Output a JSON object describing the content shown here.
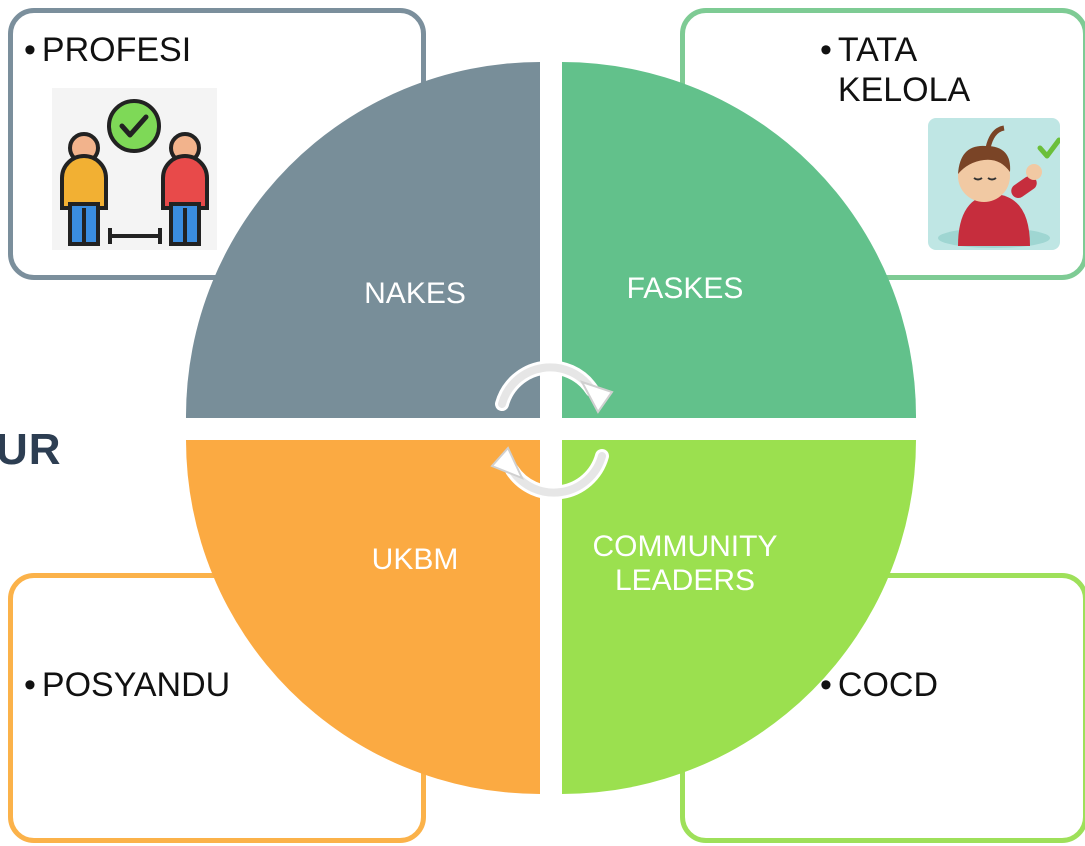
{
  "side_text": "UR",
  "boxes": {
    "top_left": {
      "bullet": "•",
      "label": "PROFESI"
    },
    "top_right": {
      "bullet": "•",
      "label": "TATA\nKELOLA"
    },
    "bottom_left": {
      "bullet": "•",
      "label": "POSYANDU"
    },
    "bottom_right": {
      "bullet": "•",
      "label": "COCD"
    }
  },
  "quadrants": {
    "top_left": {
      "label": "NAKES",
      "color": "#788e99"
    },
    "top_right": {
      "label": "FASKES",
      "color": "#62c18b"
    },
    "bottom_left": {
      "label": "UKBM",
      "color": "#fbaa42"
    },
    "bottom_right": {
      "label": "COMMUNITY\nLEADERS",
      "color": "#9be04f"
    }
  },
  "icons": [
    "two-people-check-icon",
    "child-check-icon",
    "cycle-arrows-icon"
  ]
}
